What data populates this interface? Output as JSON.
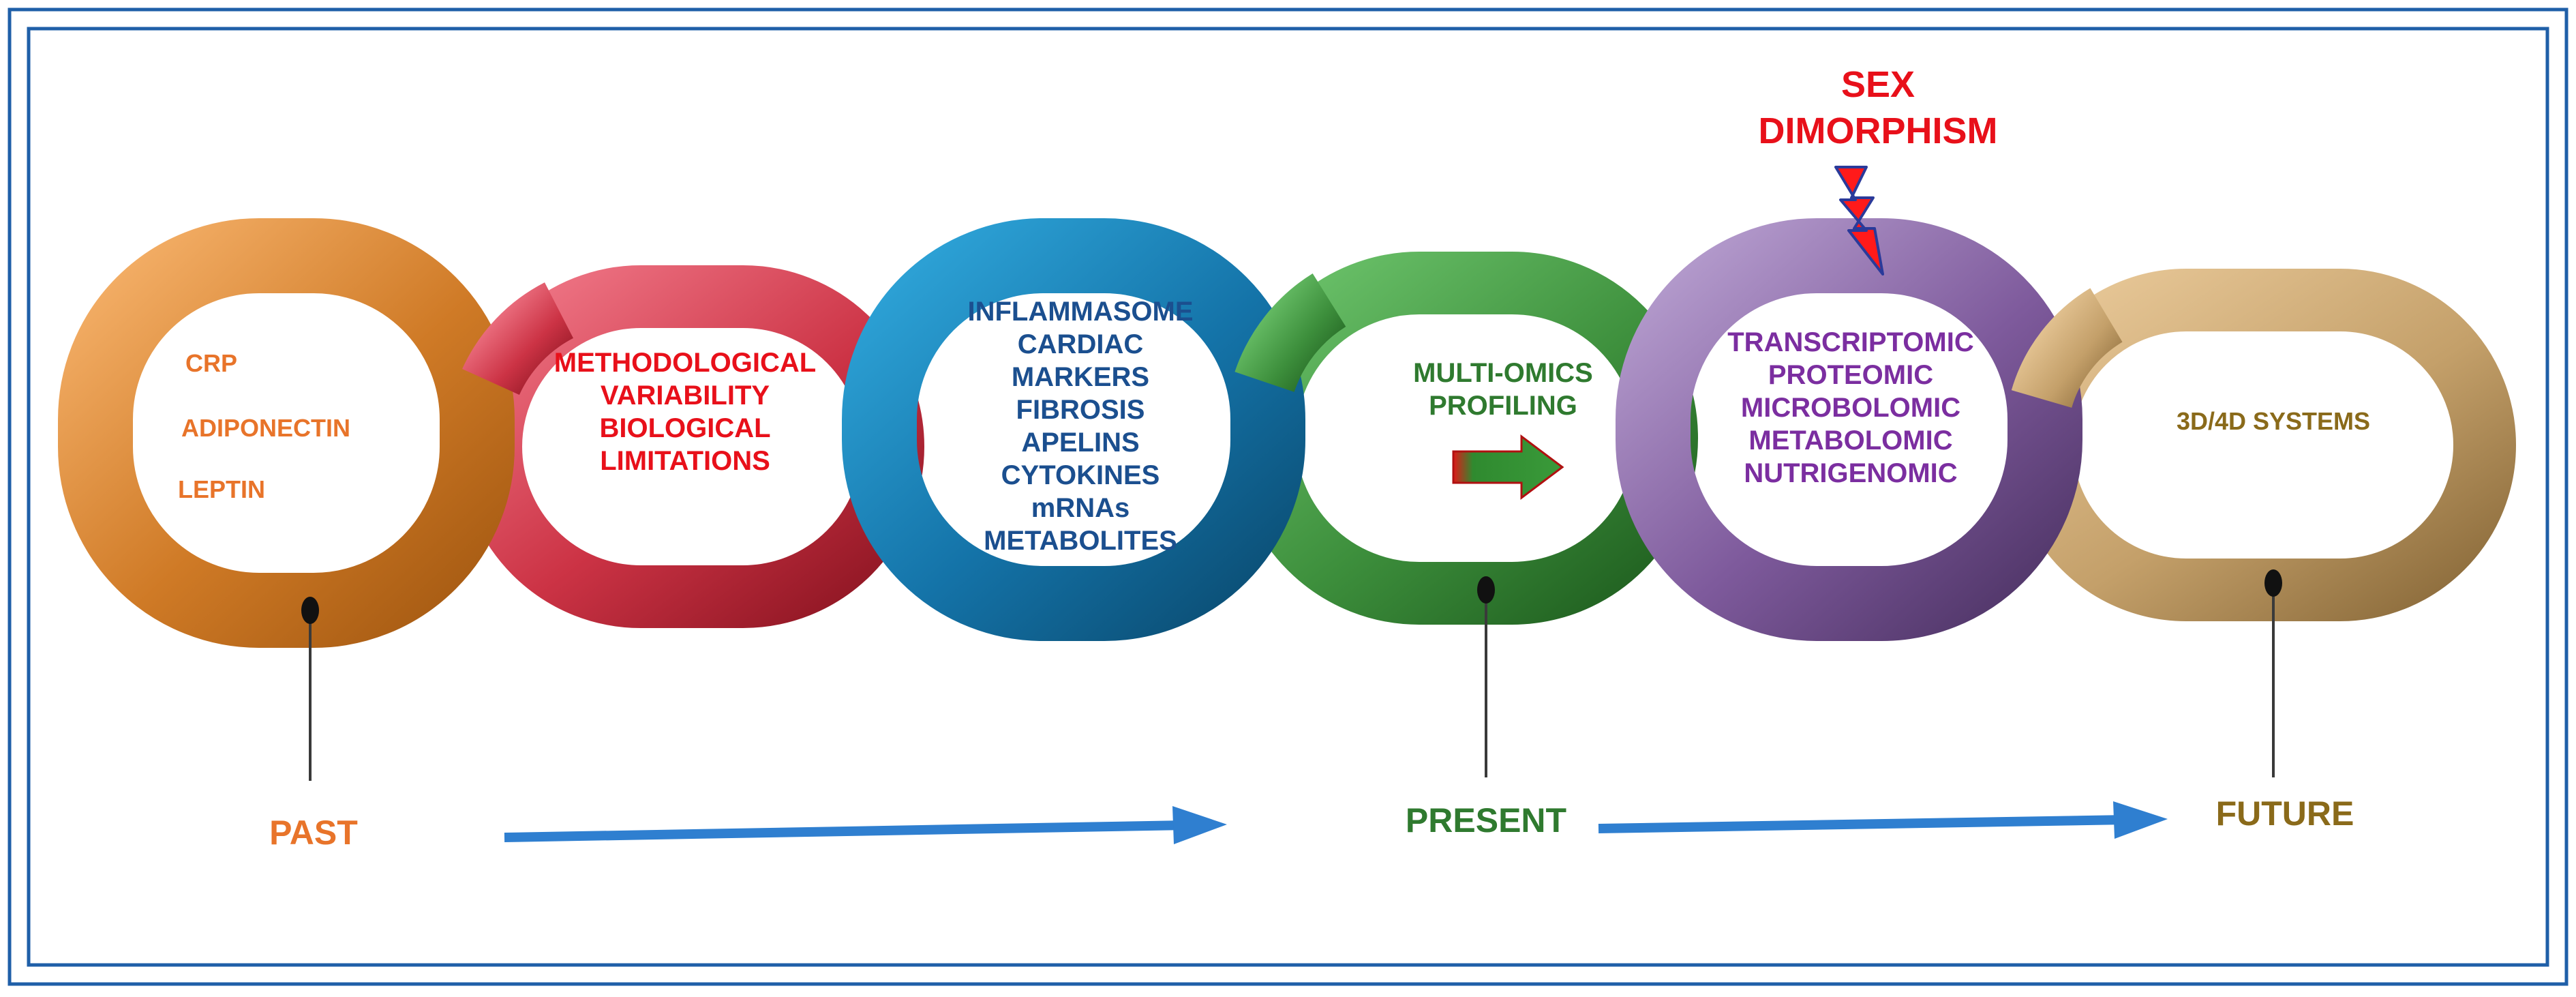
{
  "colors": {
    "frame": "#1f5fa8",
    "timeline_arrow": "#2f7fd0",
    "stem": "#3a3a3a",
    "pin": "#111111",
    "orange": "#e8742a",
    "red": "#e8101a",
    "blue": "#1b4f8f",
    "green": "#2f7a2f",
    "purple": "#7b2ea0",
    "tan": "#8a6a1a",
    "bolt": "#ff1a1a",
    "bolt_edge": "#2a3a9a"
  },
  "links": [
    {
      "id": "orange",
      "colorA": "#f6b26b",
      "colorB": "#cf7a26",
      "colorC": "#a55a12"
    },
    {
      "id": "red",
      "colorA": "#f07888",
      "colorB": "#cc3345",
      "colorC": "#8c1522"
    },
    {
      "id": "blue",
      "colorA": "#2fa6da",
      "colorB": "#1473a8",
      "colorC": "#0b4d73"
    },
    {
      "id": "green",
      "colorA": "#6cc36b",
      "colorB": "#3d8f3c",
      "colorC": "#1f5e1f"
    },
    {
      "id": "purple",
      "colorA": "#b8a0d0",
      "colorB": "#7e5a9c",
      "colorC": "#4e3466"
    },
    {
      "id": "tan",
      "colorA": "#e8c898",
      "colorB": "#c4a06a",
      "colorC": "#8a6a3a"
    }
  ],
  "labels": {
    "past_items": [
      "CRP",
      "ADIPONECTIN",
      "LEPTIN"
    ],
    "limits": [
      "METHODOLOGICAL",
      "VARIABILITY",
      "BIOLOGICAL",
      "LIMITATIONS"
    ],
    "markers": [
      "INFLAMMASOME",
      "CARDIAC",
      "MARKERS",
      "FIBROSIS",
      "APELINS",
      "CYTOKINES",
      "mRNAs",
      "METABOLITES"
    ],
    "present_items": [
      "MULTI-OMICS",
      "PROFILING"
    ],
    "omics": [
      "TRANSCRIPTOMIC",
      "PROTEOMIC",
      "MICROBOLOMIC",
      "METABOLOMIC",
      "NUTRIGENOMIC"
    ],
    "future_item": "3D/4D SYSTEMS",
    "sex_dimorphism": [
      "SEX",
      "DIMORPHISM"
    ]
  },
  "timeline": {
    "past": "PAST",
    "present": "PRESENT",
    "future": "FUTURE"
  }
}
